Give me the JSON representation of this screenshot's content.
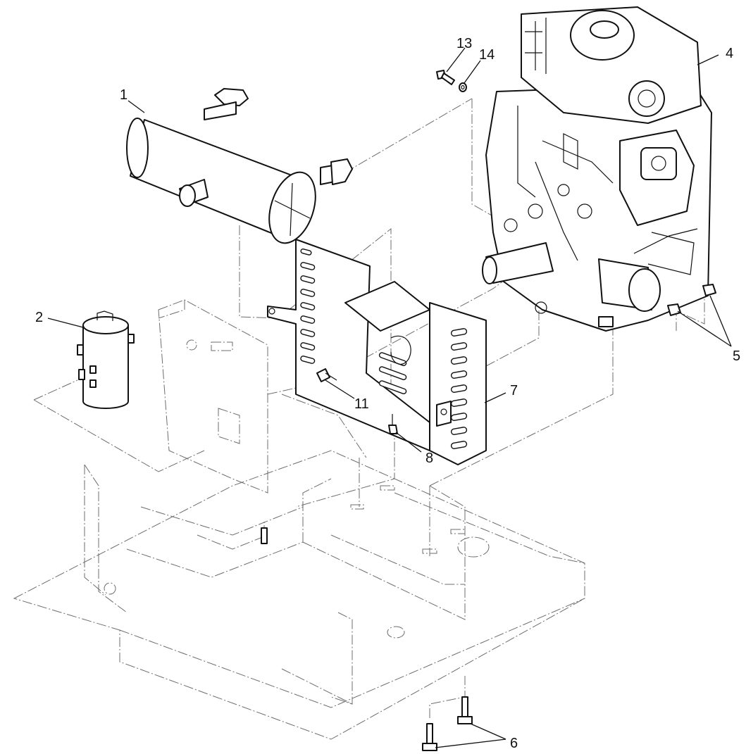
{
  "diagram": {
    "callouts": [
      {
        "id": "c1",
        "label": "1",
        "part": "muffler"
      },
      {
        "id": "c2",
        "label": "2",
        "part": "canister"
      },
      {
        "id": "c4",
        "label": "4",
        "part": "engine"
      },
      {
        "id": "c5",
        "label": "5",
        "part": "nut"
      },
      {
        "id": "c6",
        "label": "6",
        "part": "bolt"
      },
      {
        "id": "c7",
        "label": "7",
        "part": "muffler-bracket"
      },
      {
        "id": "c8",
        "label": "8",
        "part": "bolt"
      },
      {
        "id": "c11",
        "label": "11",
        "part": "bolt"
      },
      {
        "id": "c13",
        "label": "13",
        "part": "bolt"
      },
      {
        "id": "c14",
        "label": "14",
        "part": "washer"
      }
    ],
    "colors": {
      "line": "#111111",
      "phantom": "#6d6d6d",
      "background": "#ffffff"
    }
  }
}
